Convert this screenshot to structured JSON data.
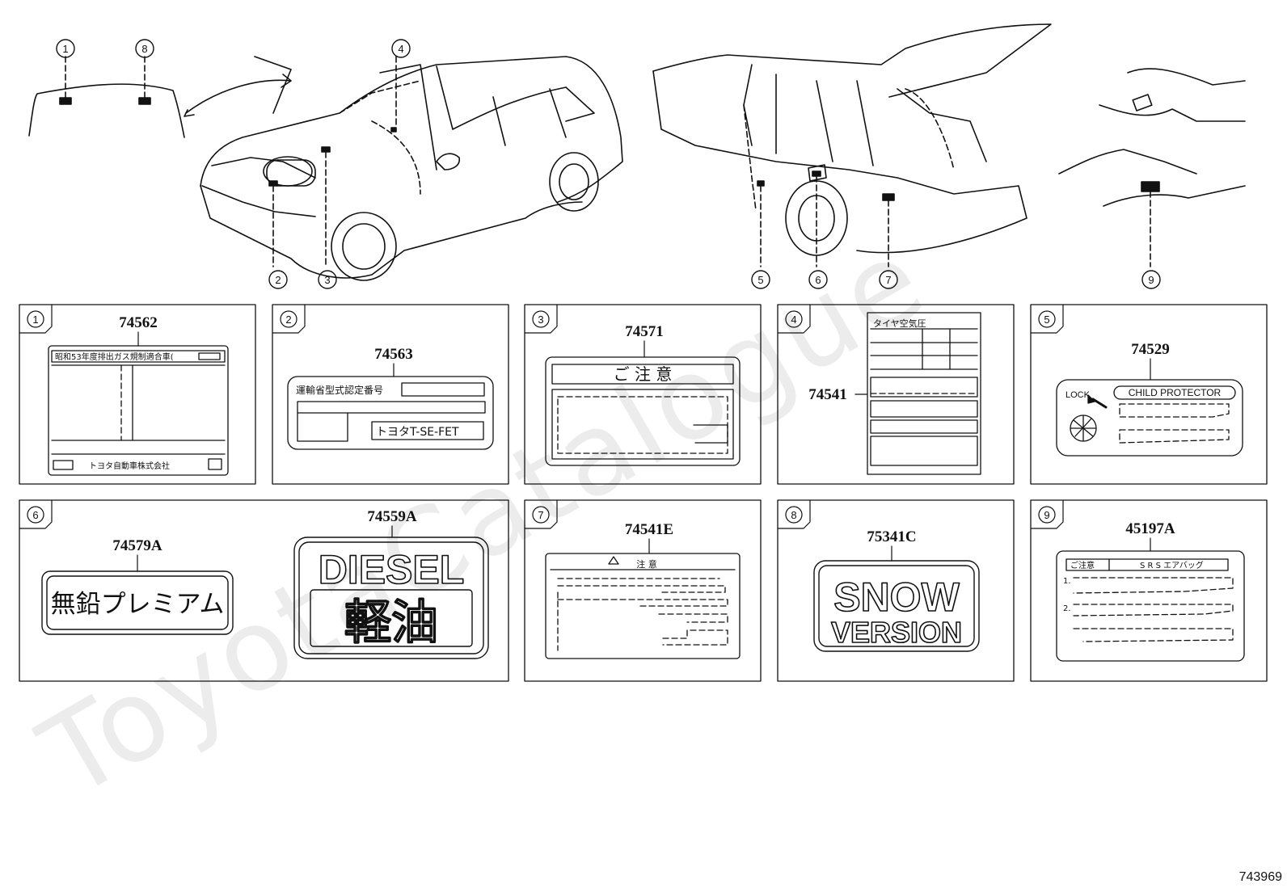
{
  "watermark": "ToyotaCatalogue",
  "diagram_id": "743969",
  "callouts": [
    "1",
    "2",
    "3",
    "4",
    "5",
    "6",
    "7",
    "8",
    "9"
  ],
  "panels": {
    "p1": {
      "num": "1",
      "part": "74562",
      "header": "昭和53年度排出ガス規制適合車(",
      "footer": "トヨタ自動車株式会社"
    },
    "p2": {
      "num": "2",
      "part": "74563",
      "line1": "運輸省型式認定番号",
      "engine": "トヨタT-SE-FET"
    },
    "p3": {
      "num": "3",
      "part": "74571",
      "title": "ご 注 意"
    },
    "p4": {
      "num": "4",
      "part": "74541",
      "header": "タイヤ空気圧"
    },
    "p5": {
      "num": "5",
      "part": "74529",
      "lock": "LOCK",
      "child": "CHILD PROTECTOR"
    },
    "p6": {
      "num": "6",
      "part_a": "74579A",
      "fuel": "無鉛プレミアム",
      "part_b": "74559A",
      "diesel": "DIESEL",
      "keiyu": "軽油"
    },
    "p7": {
      "num": "7",
      "part": "74541E",
      "header": "注 意"
    },
    "p8": {
      "num": "8",
      "part": "75341C",
      "snow": "SNOW",
      "version": "VERSION"
    },
    "p9": {
      "num": "9",
      "part": "45197A",
      "h1": "ご注意",
      "h2": "S R S エアバッグ",
      "i1": "1.",
      "i2": "2."
    }
  }
}
